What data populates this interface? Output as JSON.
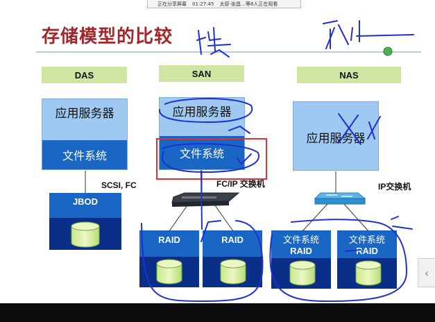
{
  "share_bar": {
    "status": "正在分享屏幕",
    "time": "01:27:45",
    "viewers": "太原-张昌…等8人正在观看"
  },
  "slide": {
    "title": "存储模型的比较",
    "columns": {
      "das": {
        "label": "DAS",
        "app": "应用服务器",
        "fs": "文件系统",
        "connection": "SCSI, FC",
        "storage": "JBOD"
      },
      "san": {
        "label": "SAN",
        "app": "应用服务器",
        "fs": "文件系统",
        "switch": "FC/IP 交换机",
        "storage_left": "RAID",
        "storage_right": "RAID"
      },
      "nas": {
        "label": "NAS",
        "app": "应用服务器",
        "switch": "IP交换机",
        "storage_left_fs": "文件系统",
        "storage_left": "RAID",
        "storage_right_fs": "文件系统",
        "storage_right": "RAID"
      }
    }
  },
  "colors": {
    "title": "#a3262a",
    "label_bg": "#cfe6a3",
    "server_bg": "#9fc9f0",
    "fs_bg": "#1a66c5",
    "storage_dark": "#0a2f88",
    "annotation": "#1f2fd6",
    "highlight": "#e03030"
  },
  "annotation": {
    "pen": "blue-pen",
    "highlight_box": "red-rectangle"
  }
}
